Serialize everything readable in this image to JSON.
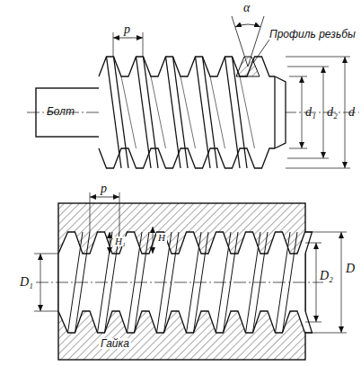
{
  "diagram": {
    "labels": [
      "α",
      "Профиль резьбы",
      "p",
      "Болт",
      "d₁",
      "d₂",
      "d",
      "p",
      "H₁",
      "H",
      "D₁",
      "D₂",
      "D",
      "Гайка"
    ]
  }
}
